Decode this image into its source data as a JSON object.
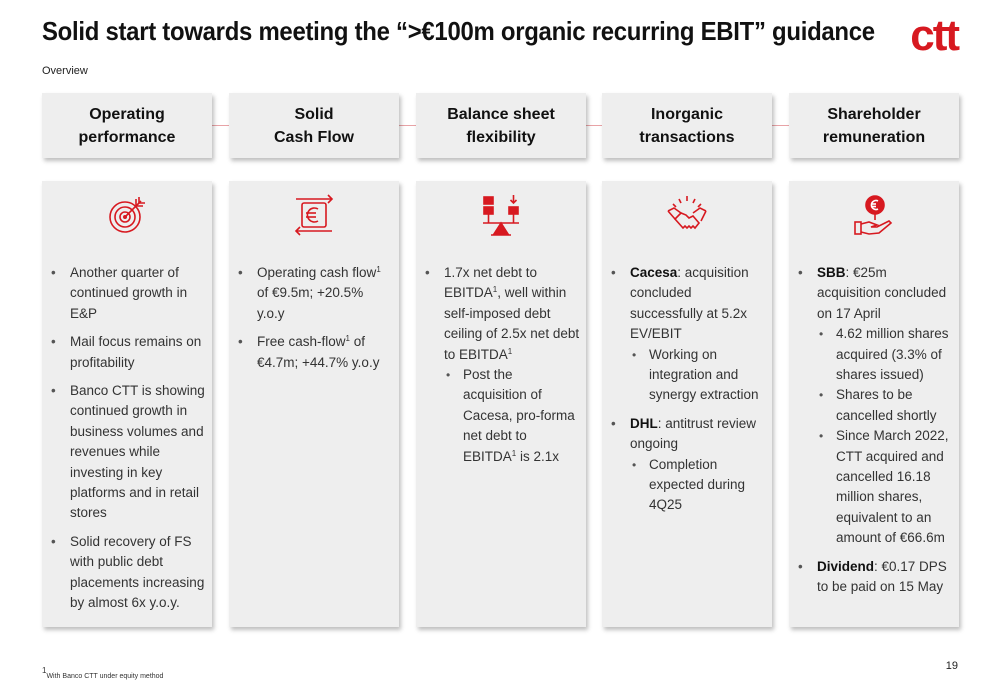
{
  "header": {
    "title": "Solid start towards meeting the “>€100m organic recurring EBIT” guidance",
    "subtitle": "Overview",
    "logo_text": "ctt",
    "brand_color": "#d71920"
  },
  "columns": [
    {
      "title_line1": "Operating",
      "title_line2": "performance",
      "icon": "target-icon",
      "bullets": [
        {
          "text": "Another quarter of continued growth in E&P"
        },
        {
          "text": "Mail focus remains on profitability"
        },
        {
          "text": "Banco CTT is showing continued growth in business volumes and revenues while investing in key platforms and in retail stores"
        },
        {
          "text": "Solid recovery of FS with public debt placements increasing by almost 6x y.o.y."
        }
      ]
    },
    {
      "title_line1": "Solid",
      "title_line2": "Cash Flow",
      "icon": "euro-exchange-icon",
      "bullets": [
        {
          "pre": "Operating cash flow",
          "sup": "1",
          "post": " of €9.5m; +20.5% y.o.y"
        },
        {
          "pre": "Free cash-flow",
          "sup": "1",
          "post": " of €4.7m; +44.7% y.o.y"
        }
      ]
    },
    {
      "title_line1": "Balance sheet",
      "title_line2": "flexibility",
      "icon": "balance-scale-icon",
      "bullets": [
        {
          "pre": "1.7x net debt to EBITDA",
          "sup": "1",
          "mid": ", well within self-imposed debt ceiling of 2.5x net debt to EBITDA",
          "sup2": "1",
          "sub": [
            {
              "pre": "Post the acquisition of Cacesa, pro-forma net debt to EBITDA",
              "sup": "1",
              "post": " is 2.1x"
            }
          ]
        }
      ]
    },
    {
      "title_line1": "Inorganic",
      "title_line2": "transactions",
      "icon": "handshake-icon",
      "bullets": [
        {
          "bold": "Cacesa",
          "text": ": acquisition concluded successfully at 5.2x EV/EBIT",
          "sub": [
            "Working on integration and synergy extraction"
          ]
        },
        {
          "bold": "DHL",
          "text": ": antitrust review ongoing",
          "sub": [
            "Completion expected during 4Q25"
          ]
        }
      ]
    },
    {
      "title_line1": "Shareholder",
      "title_line2": "remuneration",
      "icon": "euro-coin-hand-icon",
      "bullets": [
        {
          "bold": "SBB",
          "text": ": €25m acquisition concluded on 17 April",
          "sub": [
            "4.62 million shares acquired (3.3% of shares issued)",
            "Shares to be cancelled shortly",
            "Since March 2022, CTT acquired and cancelled 16.18 million shares, equivalent to an amount of €66.6m"
          ]
        },
        {
          "bold": "Dividend",
          "text": ": €0.17 DPS to be paid on 15 May"
        }
      ]
    }
  ],
  "footer": {
    "footnote_sup": "1",
    "footnote": "With Banco CTT under equity method",
    "page_number": "19"
  }
}
